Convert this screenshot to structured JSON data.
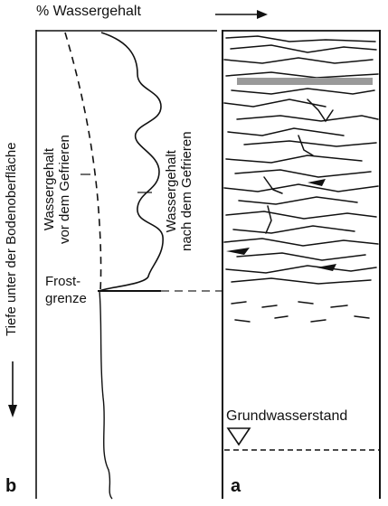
{
  "header": {
    "axis_label": "% Wassergehalt"
  },
  "left_panel": {
    "depth_axis_label": "Tiefe unter der Bodenoberfläche",
    "curve_before": {
      "line1": "Wassergehalt",
      "line2": "vor dem Gefrieren"
    },
    "curve_after": {
      "line1": "Wassergehalt",
      "line2": "nach dem Gefrieren"
    },
    "frost_boundary": {
      "line1": "Frost-",
      "line2": "grenze"
    },
    "panel_letter": "b"
  },
  "right_panel": {
    "groundwater_label": "Grundwasserstand",
    "panel_letter": "a"
  },
  "colors": {
    "ink": "#111111",
    "dash": "#777777",
    "band": "#9a9a9a",
    "background": "#ffffff"
  }
}
